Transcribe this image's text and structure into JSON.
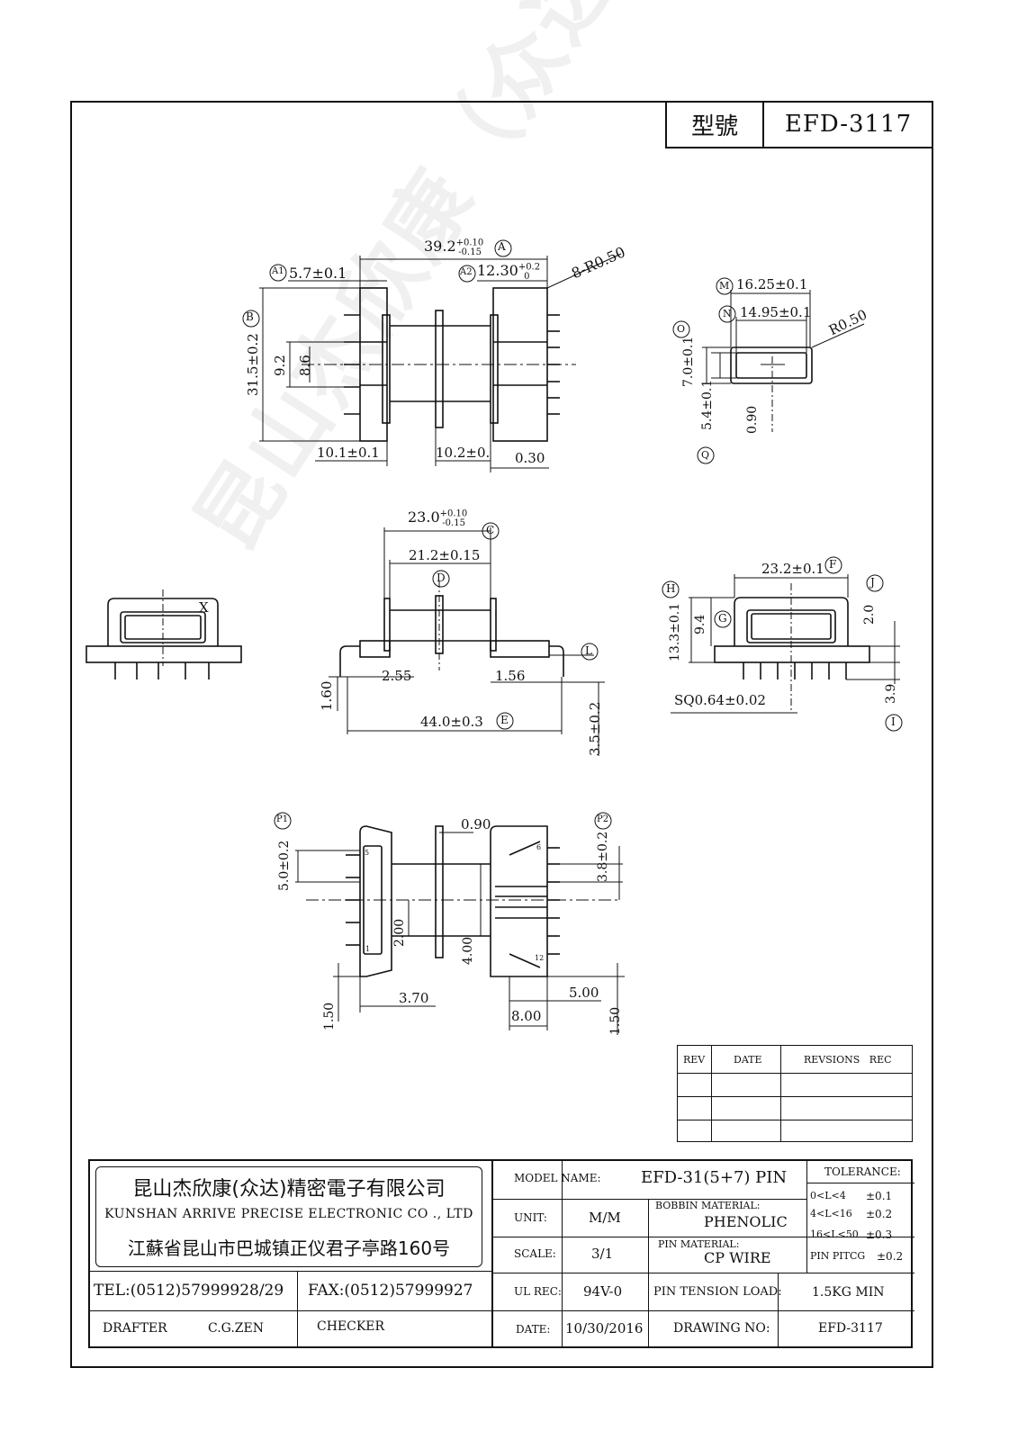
{
  "header": {
    "type_label": "型號",
    "model": "EFD-3117"
  },
  "watermark": "昆山杰欣康（众达）精密电子有限公司",
  "dimensions": {
    "top_view": {
      "overall": "39.2",
      "overall_tol_up": "+0.10",
      "overall_tol_dn": "-0.15",
      "mark_A": "A",
      "a1_mark": "A1",
      "a1": "5.7±0.1",
      "a2_mark": "A2",
      "a2": "12.30",
      "a2_tol_up": "+0.2",
      "a2_tol_dn": "0",
      "radius": "8-R0.50",
      "b_mark": "B",
      "height": "31.5±0.2",
      "h1": "9.2",
      "h2": "8.6",
      "bottom_left": "10.1±0.1",
      "bottom_mid": "10.2±0.",
      "bottom_right": "0.30"
    },
    "cross_section": {
      "m_mark": "M",
      "m": "16.25±0.1",
      "n_mark": "N",
      "n": "14.95±0.1",
      "r": "R0.50",
      "o_mark": "O",
      "o": "7.0±0.1",
      "q_mark": "Q",
      "q": "5.4±0.1",
      "t": "0.90"
    },
    "side_view": {
      "c": "23.0",
      "c_tol_up": "+0.10",
      "c_tol_dn": "-0.15",
      "c_mark": "C",
      "d": "21.2±0.15",
      "d_mark": "D",
      "l_mark": "L",
      "left_a": "1.60",
      "left_b": "2.55",
      "right_b": "1.56",
      "e": "44.0±0.3",
      "e_mark": "E",
      "pin": "3.5±0.2"
    },
    "left_end": {
      "x_label": "X"
    },
    "right_end": {
      "f": "23.2±0.1",
      "f_mark": "F",
      "h_mark": "H",
      "h": "13.3±0.1",
      "g": "9.4",
      "g_mark": "G",
      "j_mark": "J",
      "j": "2.0",
      "sq": "SQ0.64±0.02",
      "i": "3.9",
      "i_mark": "I"
    },
    "bottom_view": {
      "p1_mark": "P1",
      "p2_mark": "P2",
      "top": "0.90",
      "left_v": "5.0±0.2",
      "right_v": "3.8±0.2",
      "mid1": "2.00",
      "mid2": "4.00",
      "bl_v": "1.50",
      "bl_h": "3.70",
      "br_h1": "5.00",
      "br_h2": "8.00",
      "br_v": "1.50",
      "pin5": "5",
      "pin1": "1",
      "pin6": "6",
      "pin12": "12"
    }
  },
  "revisions": {
    "col_rev": "REV",
    "col_date": "DATE",
    "col_rec": "REVSIONS   REC"
  },
  "company": {
    "name_cn": "昆山杰欣康(众达)精密電子有限公司",
    "name_en": "KUNSHAN ARRIVE PRECISE ELECTRONIC CO ., LTD",
    "address": "江蘇省昆山市巴城镇正仪君子亭路160号",
    "tel": "TEL:(0512)57999928/29",
    "fax": "FAX:(0512)57999927",
    "drafter_label": "DRAFTER",
    "drafter": "C.G.ZEN",
    "checker_label": "CHECKER"
  },
  "titleblock": {
    "model_label": "MODEL NAME:",
    "model_value": "EFD-31(5+7) PIN",
    "unit_label": "UNIT:",
    "unit_value": "M/M",
    "scale_label": "SCALE:",
    "scale_value": "3/1",
    "ul_label": "UL REC:",
    "ul_value": "94V-0",
    "date_label": "DATE:",
    "date_value": "10/30/2016",
    "bobbin_label": "BOBBIN MATERIAL:",
    "bobbin_value": "PHENOLIC",
    "pinmat_label": "PIN MATERIAL:",
    "pinmat_value": "CP WIRE",
    "tension_label": "PIN TENSION LOAD:",
    "tension_value": "1.5KG MIN",
    "drawing_label": "DRAWING NO:",
    "drawing_value": "EFD-3117",
    "tolerance_label": "TOLERANCE:",
    "tol1_range": "0<L<4",
    "tol1": "±0.1",
    "tol2_range": "4<L<16",
    "tol2": "±0.2",
    "tol3_range": "16<L<50",
    "tol3": "±0.3",
    "tol4_range": "PIN PITCG",
    "tol4": "±0.2"
  }
}
